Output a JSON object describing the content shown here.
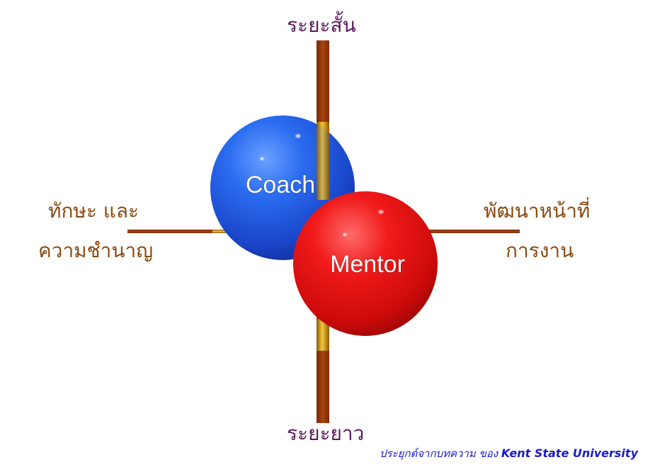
{
  "axes": {
    "top": "ระยะสั้น",
    "bottom": "ระยะยาว",
    "left_line1": "ทักษะ และ",
    "left_line2": "ความชำนาญ",
    "right_line1": "พัฒนาหน้าที่",
    "right_line2": "การงาน"
  },
  "spheres": {
    "coach": {
      "label": "Coach",
      "color": "#1f5ee8"
    },
    "mentor": {
      "label": "Mentor",
      "color": "#e81515"
    }
  },
  "credit": {
    "prefix": "ประยุกต์จากบทความ ของ ",
    "source": "Kent State University"
  },
  "colors": {
    "axis_bar": "#9a3a08",
    "axis_gold": "#d6a010",
    "label_purple": "#5a1a5a",
    "label_brown": "#8a4a10",
    "credit_blue": "#1a1acc"
  }
}
